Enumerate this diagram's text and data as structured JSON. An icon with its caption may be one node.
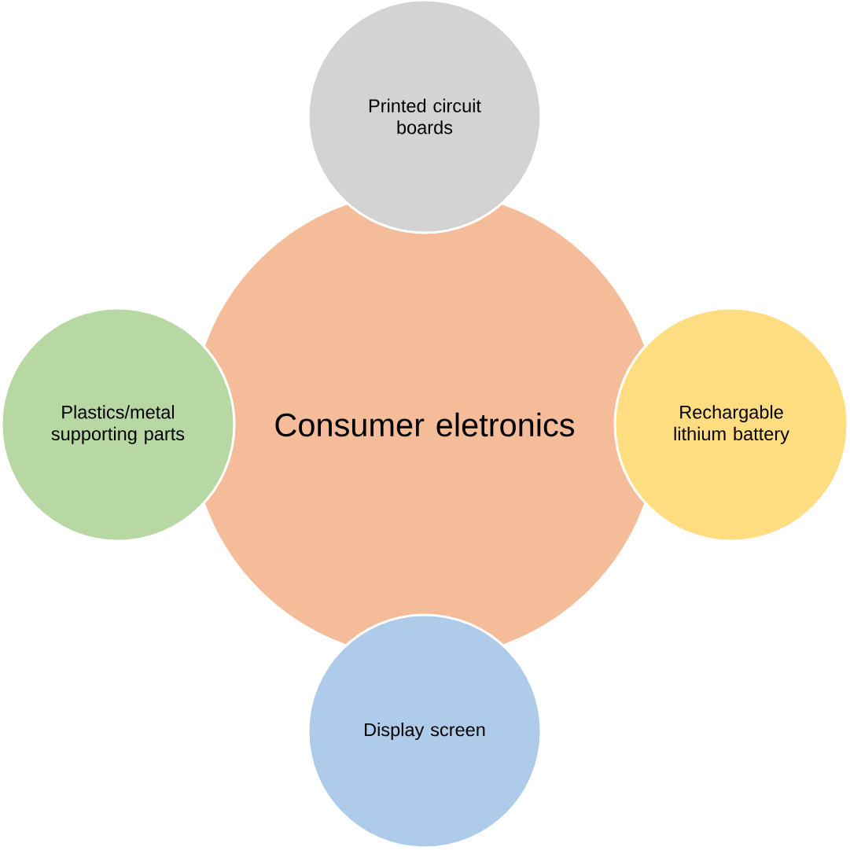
{
  "diagram": {
    "nodes": [
      {
        "text": [
          "Consumer eletronics"
        ]
      },
      {
        "text": [
          "Printed circuit boards"
        ]
      },
      {
        "text": [
          "Rechargable lithium battery"
        ]
      },
      {
        "text": [
          "Display screen"
        ]
      },
      {
        "text": [
          "Plastics/metal supporting parts"
        ]
      }
    ]
  }
}
